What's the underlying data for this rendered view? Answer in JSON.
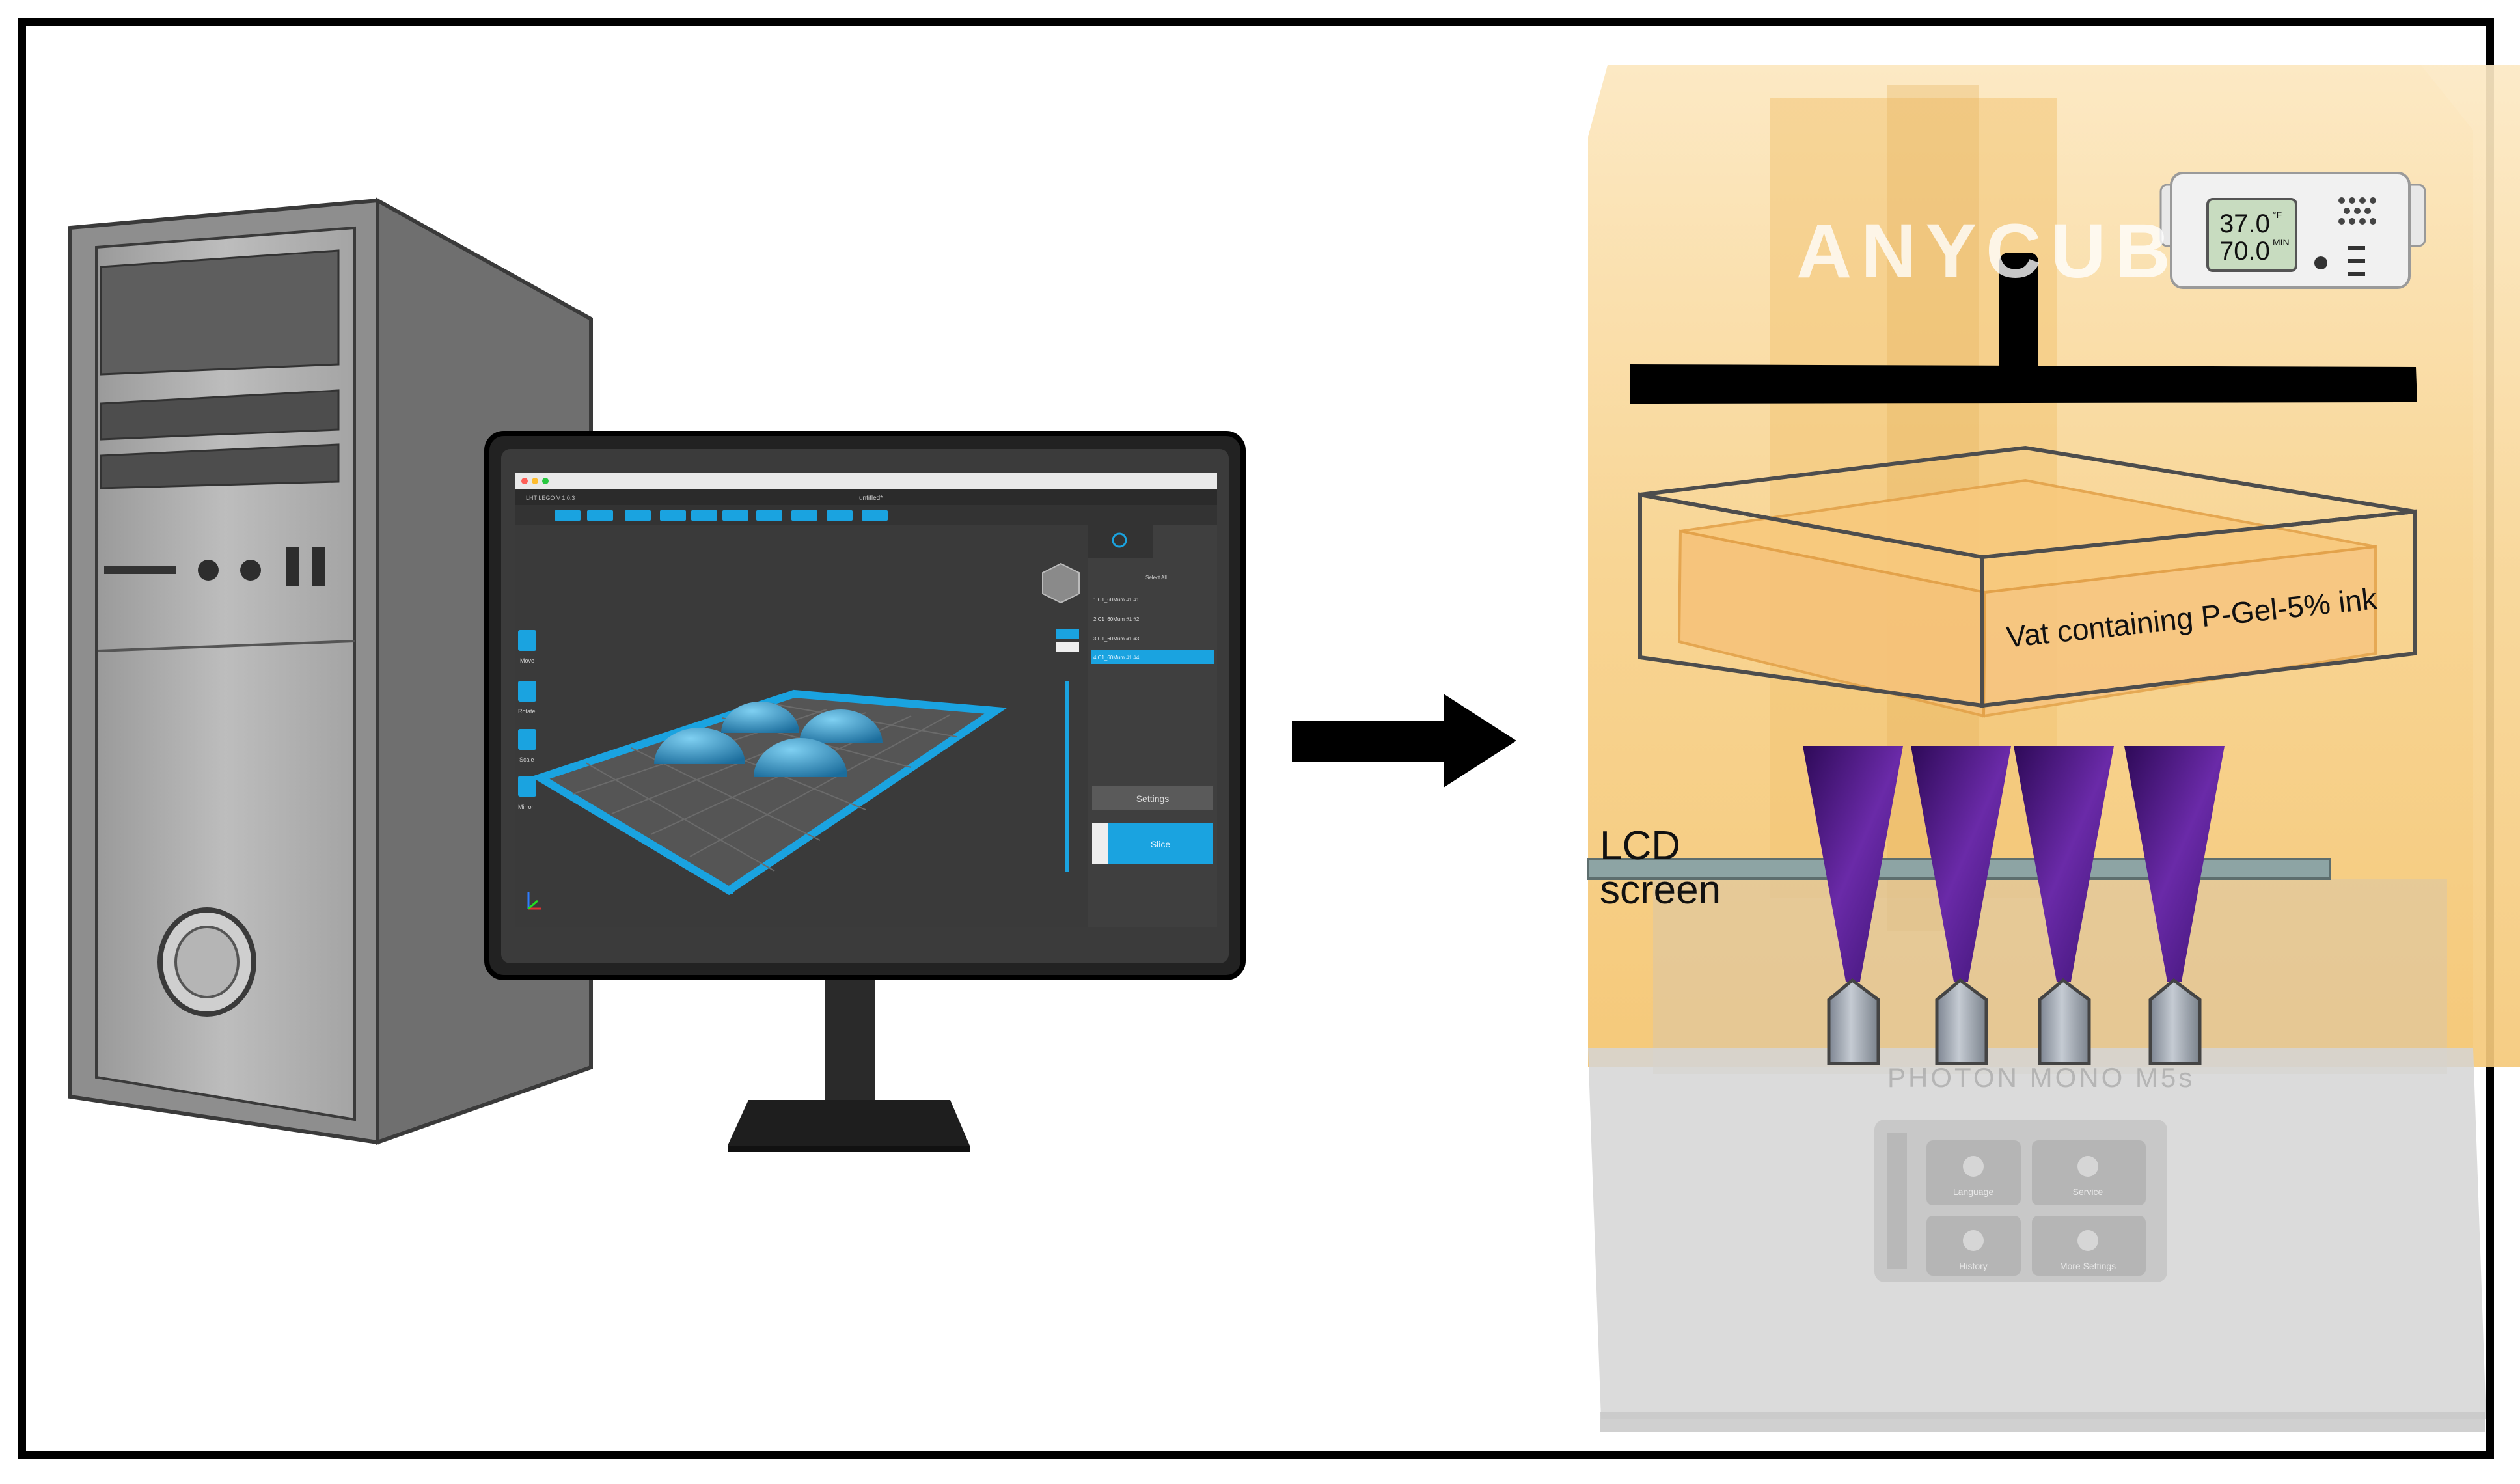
{
  "slicer_app": {
    "app_title": "LHT LEGO V 1.0.3",
    "document_title": "untitled*",
    "tools": [
      "Move",
      "Rotate",
      "Scale",
      "Mirror"
    ],
    "panel_items": [
      "1.C1_60Mum #1 #1",
      "2.C1_60Mum #1 #2",
      "3.C1_60Mum #1 #3",
      "4.C1_60Mum #1 #4"
    ],
    "select_all_label": "Select All",
    "settings_label": "Settings",
    "slice_label": "Slice"
  },
  "labels": {
    "vat": "Vat containing P-Gel-5% ink",
    "lcd": "LCD\nscreen",
    "brand": "ANYCUB",
    "model": "PHOTON MONO M5s"
  },
  "hygrometer": {
    "temperature": "37.0",
    "temperature_unit": "°F",
    "humidity": "70.0",
    "humidity_unit": "MIN"
  },
  "printer_touchscreen": {
    "tiles": [
      "Language",
      "Service",
      "History",
      "More Settings"
    ]
  },
  "colors": {
    "accent_blue": "#1aa3e0",
    "resin_purple": "#4a1a78",
    "amber_cover": "#f5a623"
  }
}
